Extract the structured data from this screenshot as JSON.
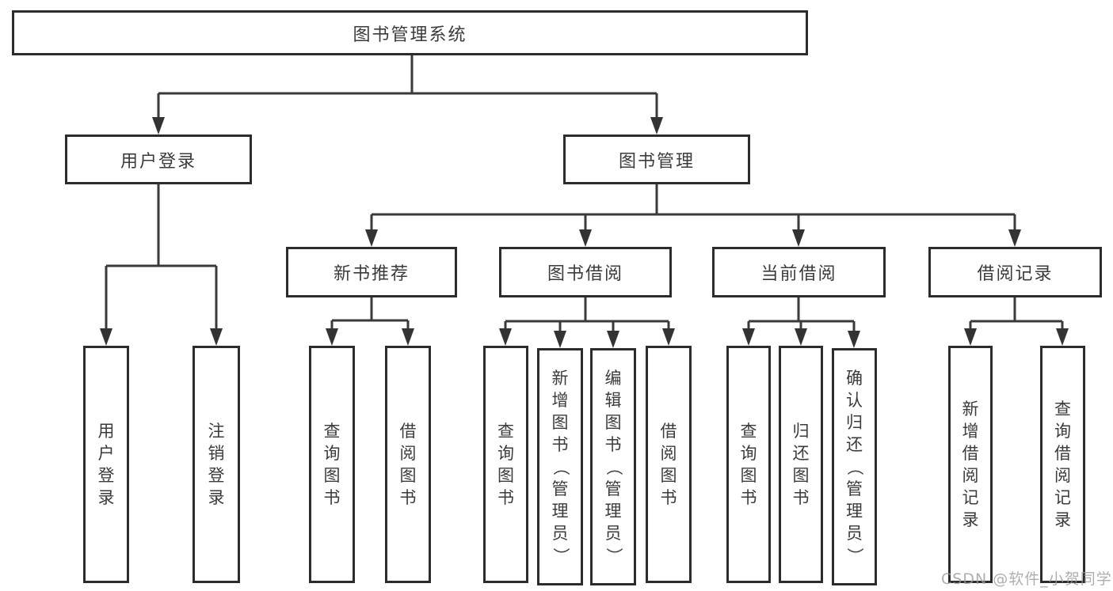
{
  "tree": {
    "root": {
      "label": "图书管理系统"
    },
    "level2": [
      {
        "label": "用户登录"
      },
      {
        "label": "图书管理"
      }
    ],
    "level3": [
      {
        "label": "新书推荐"
      },
      {
        "label": "图书借阅"
      },
      {
        "label": "当前借阅"
      },
      {
        "label": "借阅记录"
      }
    ],
    "leaves": [
      {
        "label": "用户登录"
      },
      {
        "label": "注销登录"
      },
      {
        "label": "查询图书"
      },
      {
        "label": "借阅图书"
      },
      {
        "label": "查询图书"
      },
      {
        "label": "新增图书（管理员）"
      },
      {
        "label": "编辑图书（管理员）"
      },
      {
        "label": "借阅图书"
      },
      {
        "label": "查询图书"
      },
      {
        "label": "归还图书"
      },
      {
        "label": "确认归还（管理员）"
      },
      {
        "label": "新增借阅记录"
      },
      {
        "label": "查询借阅记录"
      }
    ]
  },
  "watermark": {
    "text": "CSDN @软件_小贺同学"
  },
  "colors": {
    "line": "#3a3a3a",
    "border": "#2c2c2c",
    "text": "#3b3b3b",
    "watermark": "#9b9b9b",
    "background": "#ffffff"
  }
}
